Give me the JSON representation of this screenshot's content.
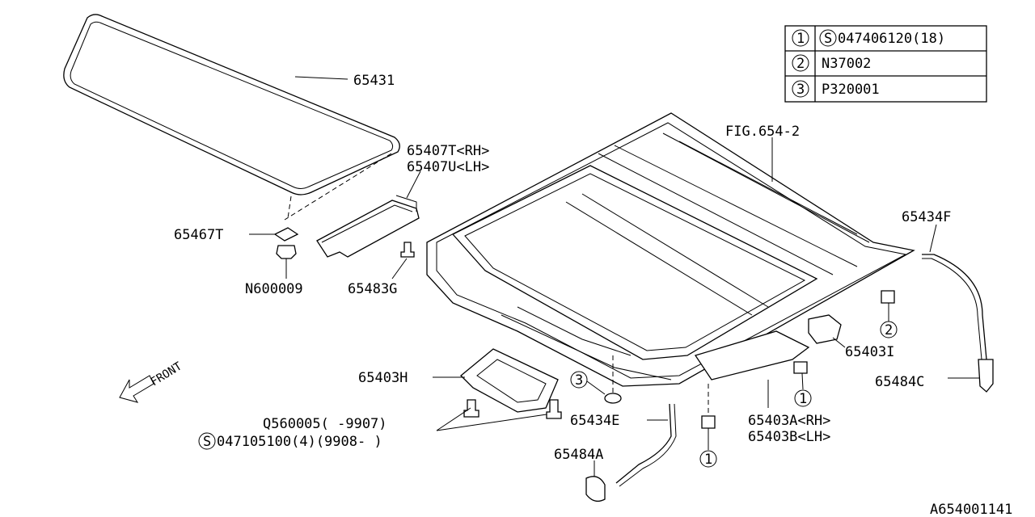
{
  "legend": [
    {
      "num": "1",
      "code": "047406120(18)",
      "prefix": "S"
    },
    {
      "num": "2",
      "code": "N37002"
    },
    {
      "num": "3",
      "code": "P320001"
    }
  ],
  "labels": {
    "glass_seal": "65431",
    "bracket_rh": "65407T<RH>",
    "bracket_lh": "65407U<LH>",
    "clip": "65467T",
    "nut": "N600009",
    "screw": "65483G",
    "frame_ref": "FIG.654-2",
    "drain_hose_rear": "65434F",
    "bracket_i": "65403I",
    "grommet_c": "65484C",
    "bracket_h": "65403H",
    "drain_hose_front": "65434E",
    "bracket_a_rh": "65403A<RH>",
    "bracket_b_lh": "65403B<LH>",
    "grommet_a": "65484A",
    "bolt_q": "Q560005(   -9907)",
    "bolt_s": "047105100(4)(9908-   )",
    "bolt_s_prefix": "S",
    "front": "FRONT",
    "diagram_id": "A654001141"
  },
  "callouts": [
    "1",
    "2",
    "3"
  ]
}
